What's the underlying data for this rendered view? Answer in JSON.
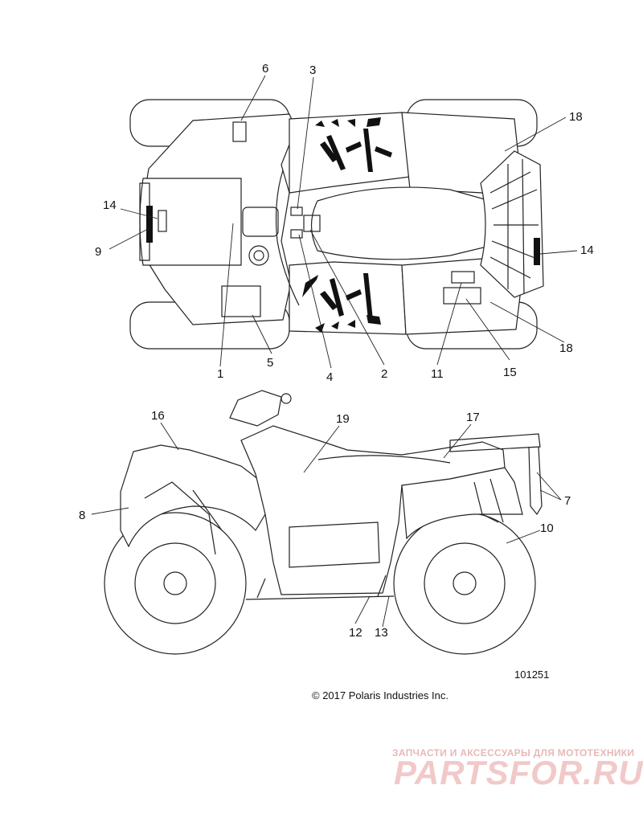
{
  "callouts_top": [
    "6",
    "3",
    "18",
    "14",
    "9",
    "14",
    "18",
    "1",
    "5",
    "4",
    "2",
    "11",
    "15"
  ],
  "callouts_side": [
    "16",
    "19",
    "17",
    "8",
    "7",
    "10",
    "12",
    "13"
  ],
  "drawing_id": "101251",
  "copyright": "© 2017 Polaris Industries Inc.",
  "watermark": {
    "tagline": "ЗАПЧАСТИ И АКСЕССУАРЫ ДЛЯ МОТОТЕХНИКИ",
    "brand": "PARTSFOR.RU"
  },
  "colors": {
    "line": "#222222",
    "decal": "#111111",
    "watermark": "#e8b8b8"
  }
}
